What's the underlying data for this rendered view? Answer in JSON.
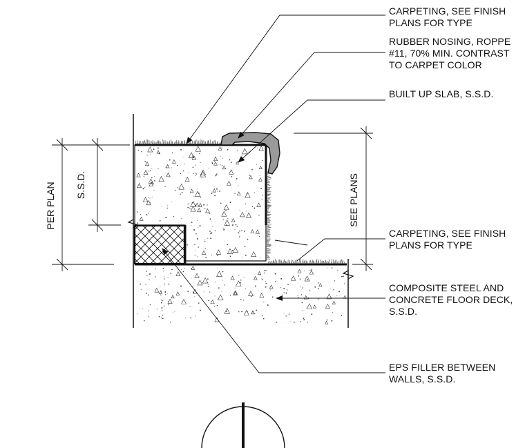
{
  "colors": {
    "ink": "#111111",
    "nosing_fill": "#9a9a9a",
    "concrete_fill": "#ffffff"
  },
  "notes": {
    "carpet_top": [
      "CARPETING, SEE FINISH",
      "PLANS FOR TYPE"
    ],
    "rubber_nosing": [
      "RUBBER NOSING, ROPPE",
      "#11, 70% MIN. CONTRAST",
      "TO CARPET COLOR"
    ],
    "built_up_slab": [
      "BUILT UP SLAB, S.S.D."
    ],
    "carpet_bottom": [
      "CARPETING, SEE FINISH",
      "PLANS FOR TYPE"
    ],
    "floor_deck": [
      "COMPOSITE STEEL AND",
      "CONCRETE FLOOR DECK,",
      "S.S.D."
    ],
    "eps_filler": [
      "EPS FILLER BETWEEN",
      "WALLS, S.S.D."
    ]
  },
  "dimensions": {
    "per_plan": "PER PLAN",
    "ssd": "S.S.D.",
    "see_plans": "SEE PLANS"
  }
}
